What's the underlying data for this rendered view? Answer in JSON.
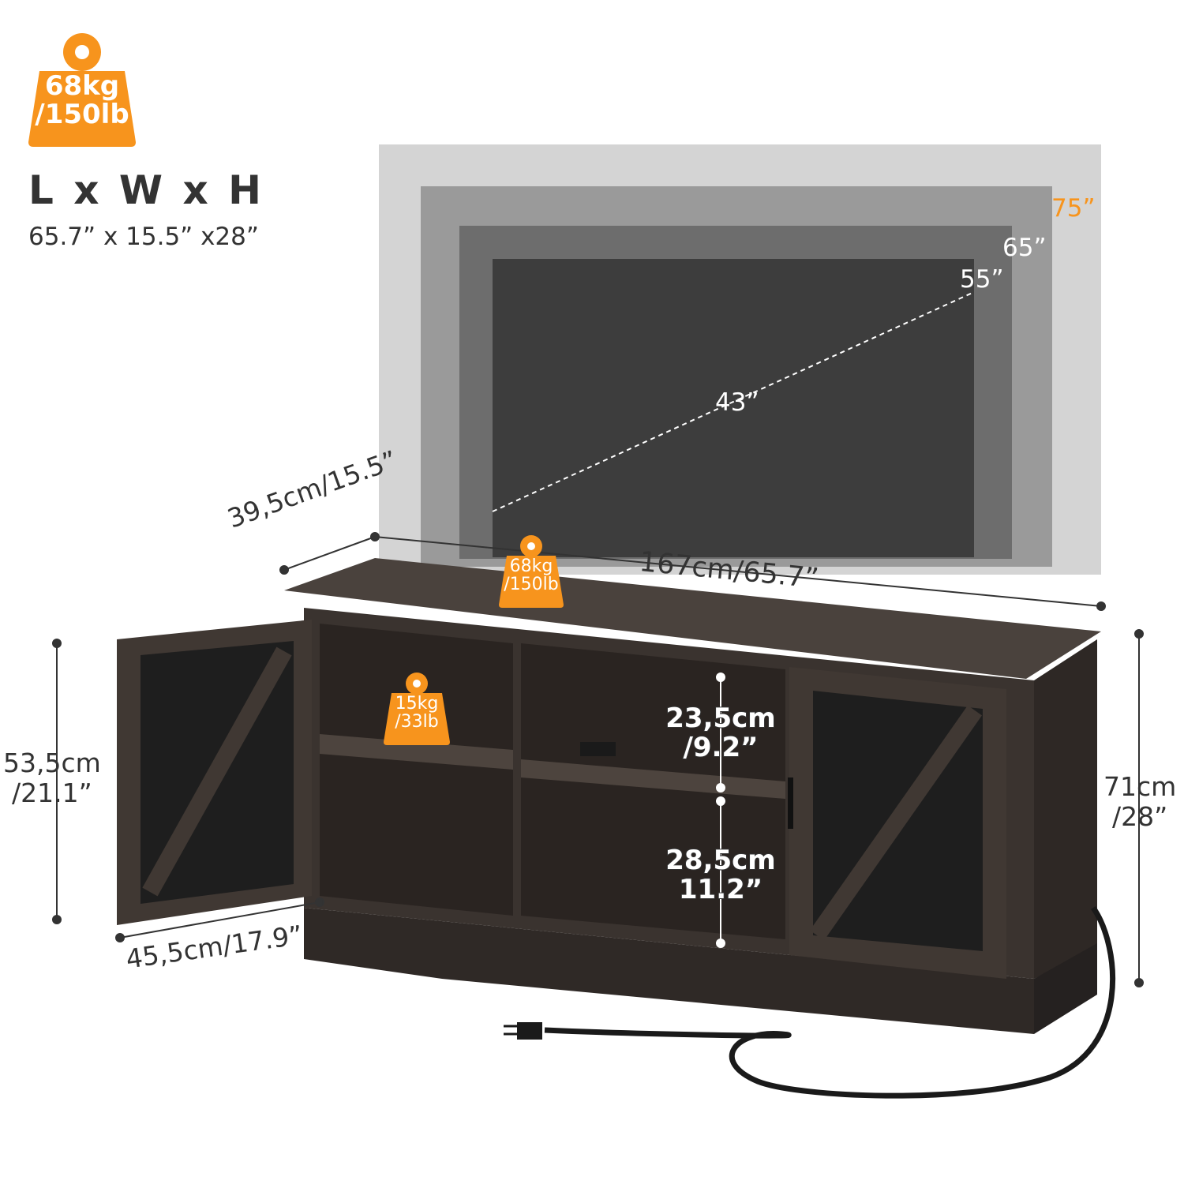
{
  "badge_main": {
    "line1": "68kg",
    "line2": "/150lb"
  },
  "dims_heading": "L x W x H",
  "dims_values": "65.7” x 15.5” x28”",
  "tv_sizes": {
    "s75": "75”",
    "s65": "65”",
    "s55": "55”",
    "s43": "43”"
  },
  "top_badge": {
    "line1": "68kg",
    "line2": "/150lb"
  },
  "shelf_badge": {
    "line1": "15kg",
    "line2": "/33lb"
  },
  "measurements": {
    "depth": "39,5cm/15.5”",
    "length": "167cm/65.7”",
    "cabinet_height": "53,5cm\n/21.1”",
    "total_height": "71cm\n/28”",
    "door_width": "45,5cm/17.9”",
    "upper_shelf": "23,5cm\n/9.2”",
    "lower_shelf": "28,5cm\n11.2”"
  },
  "colors": {
    "accent": "#f7941d",
    "wood": "#3a332f",
    "tv_screen": "#3d3d3d"
  }
}
